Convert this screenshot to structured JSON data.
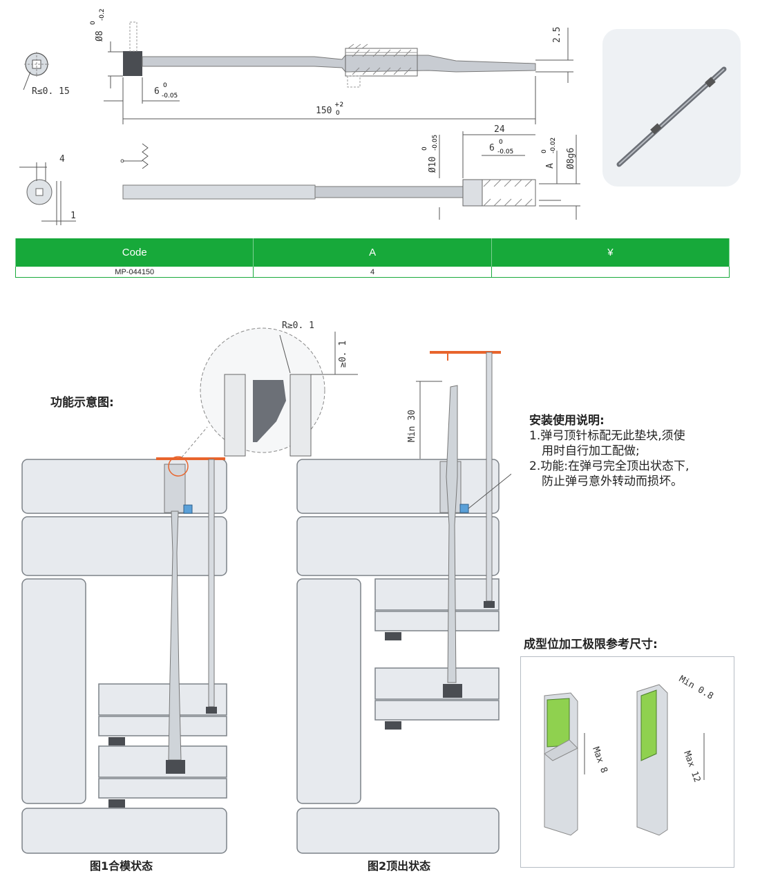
{
  "drawing": {
    "dims": {
      "head_dia": "Ø8",
      "head_dia_tol_upper": "0",
      "head_dia_tol_lower": "-0.2",
      "radius": "R≤0. 15",
      "head_len": "6",
      "head_len_tol_upper": "0",
      "head_len_tol_lower": "-0.05",
      "total_len": "150",
      "total_len_tol_upper": "+2",
      "total_len_tol_lower": "0",
      "thickness": "2.5",
      "end_len": "24",
      "end_step_len": "6",
      "end_step_tol_upper": "0",
      "end_step_tol_lower": "-0.05",
      "collar_dia": "Ø10",
      "collar_tol_upper": "0",
      "collar_tol_lower": "-0.05",
      "a_dim": "A",
      "a_tol_upper": "0",
      "a_tol_lower": "-0.02",
      "shank_dia": "Ø8g6",
      "side_width": "4",
      "side_offset": "1"
    }
  },
  "table": {
    "headers": [
      "Code",
      "A",
      "¥"
    ],
    "rows": [
      [
        "MP-044150",
        "4",
        ""
      ]
    ]
  },
  "function": {
    "title": "功能示意图:",
    "detail_radius": "R≥0. 1",
    "detail_gap": "≥0. 1",
    "min_label": "Min 30",
    "fig1_caption": "图1合模状态",
    "fig2_caption": "图2顶出状态"
  },
  "instructions": {
    "title": "安装使用说明:",
    "line1": "1.弹弓顶针标配无此垫块,须使",
    "line2": "用时自行加工配做;",
    "line3": "2.功能:在弹弓完全顶出状态下,",
    "line4": "防止弹弓意外转动而损坏。"
  },
  "reference": {
    "title": "成型位加工极限参考尺寸:",
    "max8": "Max 8",
    "max12": "Max 12",
    "min08": "Min 0.8"
  },
  "colors": {
    "table_green": "#17a93a",
    "accent_orange": "#e8642c",
    "block_blue": "#5aa0d8",
    "part_green": "#8fd14f"
  }
}
